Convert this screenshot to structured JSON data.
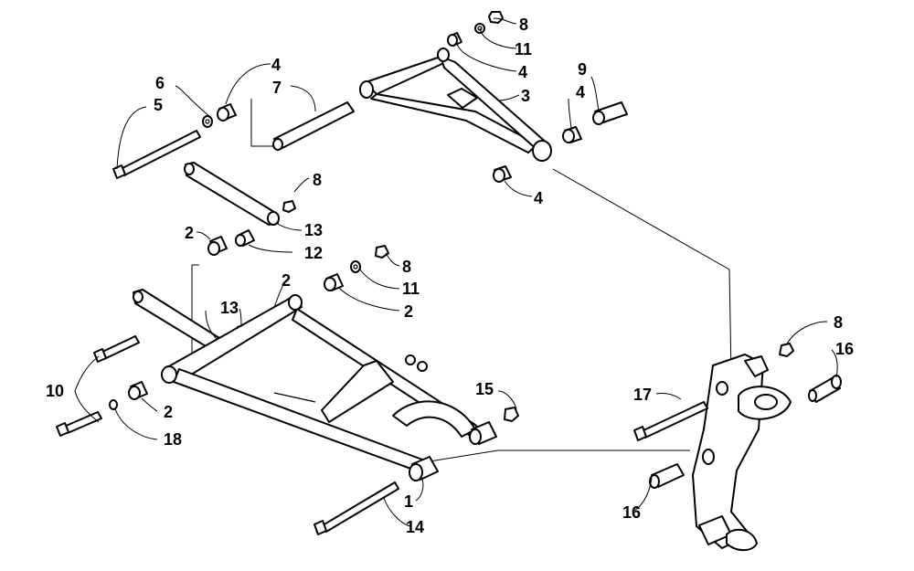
{
  "colors": {
    "line": "#000000",
    "background": "#ffffff"
  },
  "callouts": {
    "c8_top": "8",
    "c11_top": "11",
    "c4_top": "4",
    "c3": "3",
    "c9": "9",
    "c4_right": "4",
    "c4_lower": "4",
    "c6": "6",
    "c5": "5",
    "c4_left": "4",
    "c7": "7",
    "c8_link": "8",
    "c13_upper": "13",
    "c2_upper": "2",
    "c12": "12",
    "c8_mid": "8",
    "c11_mid": "11",
    "c2_mid": "2",
    "c2_mid_right": "2",
    "c13_lower": "13",
    "c10": "10",
    "c2_lower": "2",
    "c18": "18",
    "c15": "15",
    "c1": "1",
    "c14": "14",
    "c8_knuckle": "8",
    "c16_top": "16",
    "c17": "17",
    "c16_bottom": "16"
  }
}
